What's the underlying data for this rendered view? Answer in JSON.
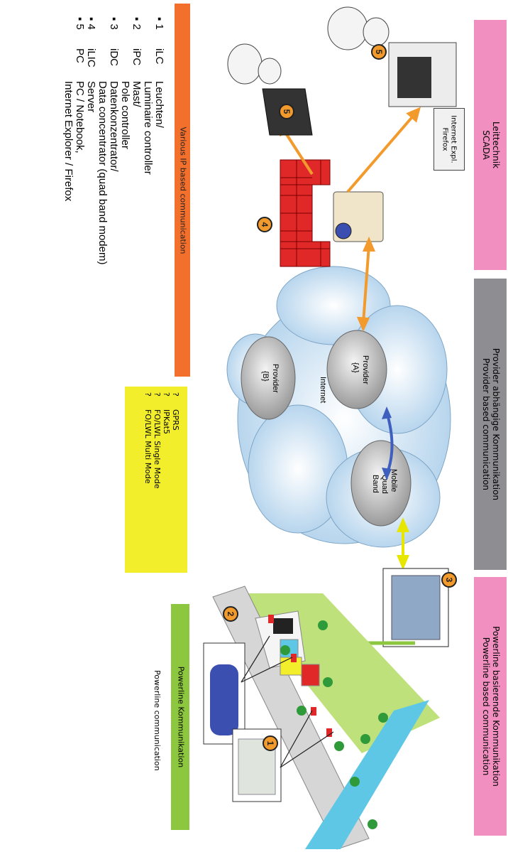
{
  "bands": {
    "scada": {
      "line1": "Leittechnik",
      "line2": "SCADA",
      "color": "#f190c0"
    },
    "provider": {
      "line1": "Provider abhängige Kommunikation",
      "line2": "Provider based communication",
      "color": "#8d8d92"
    },
    "powerline": {
      "line1": "Powerline basierende Kommunikation",
      "line2": "Powerline based communication",
      "color": "#f190c0"
    }
  },
  "ip_box": {
    "label": "Various IP based communication",
    "color": "#f26f2c"
  },
  "powerline_box": {
    "line1": "Powerline Kommunikation",
    "line2": "Powerline communication",
    "color": "#8dc63f"
  },
  "comm_list": {
    "color": "#f2ee2c",
    "items": [
      "GPRS",
      "IPKat5",
      "FO/LWL Single Mode",
      "FO/LWL Multi Mode"
    ],
    "bullet": "?"
  },
  "browser_label": {
    "line1": "Internet Expl.",
    "line2": "Firefox"
  },
  "cloud": {
    "internet": "Internet",
    "provider_a": [
      "Provider",
      "{A}"
    ],
    "provider_b": [
      "Provider",
      "{B}"
    ],
    "mobile": [
      "Mobile",
      "Quad",
      "Band"
    ]
  },
  "badges": {
    "b1": "1",
    "b2": "2",
    "b3": "3",
    "b4": "4",
    "b5a": "5",
    "b5b": "5"
  },
  "legend": [
    {
      "num": "1",
      "code": "iLC",
      "lines": [
        "Leuchten/",
        "Luminaire controller"
      ]
    },
    {
      "num": "2",
      "code": "iPC",
      "lines": [
        "Mast/",
        "Pole controller"
      ]
    },
    {
      "num": "3",
      "code": "iDC",
      "lines": [
        "Datenkonzentrator/",
        "Data concentrator (quad band modem)"
      ]
    },
    {
      "num": "4",
      "code": "iLIC",
      "lines": [
        "Server"
      ]
    },
    {
      "num": "5",
      "code": "PC",
      "lines": [
        "PC / Notebook,",
        "Internet Explorer  / Firefox"
      ]
    }
  ]
}
